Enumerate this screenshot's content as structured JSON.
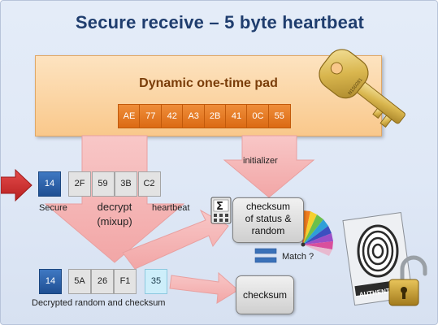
{
  "title": "Secure receive – 5 byte heartbeat",
  "pad": {
    "title": "Dynamic one-time pad",
    "bytes": [
      "AE",
      "77",
      "42",
      "A3",
      "2B",
      "41",
      "0C",
      "55"
    ],
    "key_tag": "N150281"
  },
  "received": {
    "secure_byte": "14",
    "bytes": [
      "2F",
      "59",
      "3B",
      "C2"
    ],
    "label_secure": "Secure",
    "label_heartbeat": "heartbeat"
  },
  "decrypt_label": [
    "decrypt",
    "(mixup)"
  ],
  "initializer_label": "initializer",
  "checksum_status": [
    "checksum",
    "of status &",
    "random"
  ],
  "match_label": "Match ?",
  "decrypted": {
    "secure_byte": "14",
    "bytes": [
      "5A",
      "26",
      "F1"
    ],
    "checksum_byte": "35",
    "label": "Decrypted random and checksum"
  },
  "checksum_box": "checksum",
  "auth_tag": "AUTHENTI",
  "colors": {
    "title": "#1f3d6e",
    "pad_fill": "#f9c88b",
    "byte_orange": "#e07a24",
    "arrow_pink": "#f5b6b6",
    "secure_blue": "#2e63ad",
    "match_blue": "#3a71b8",
    "red_arrow": "#d42d2d"
  },
  "icons": [
    "red-input-arrow-icon",
    "sigma-calculator-icon",
    "color-swatch-fan-icon",
    "golden-key-icon",
    "fingerprint-lock-icon",
    "open-padlock-icon"
  ]
}
